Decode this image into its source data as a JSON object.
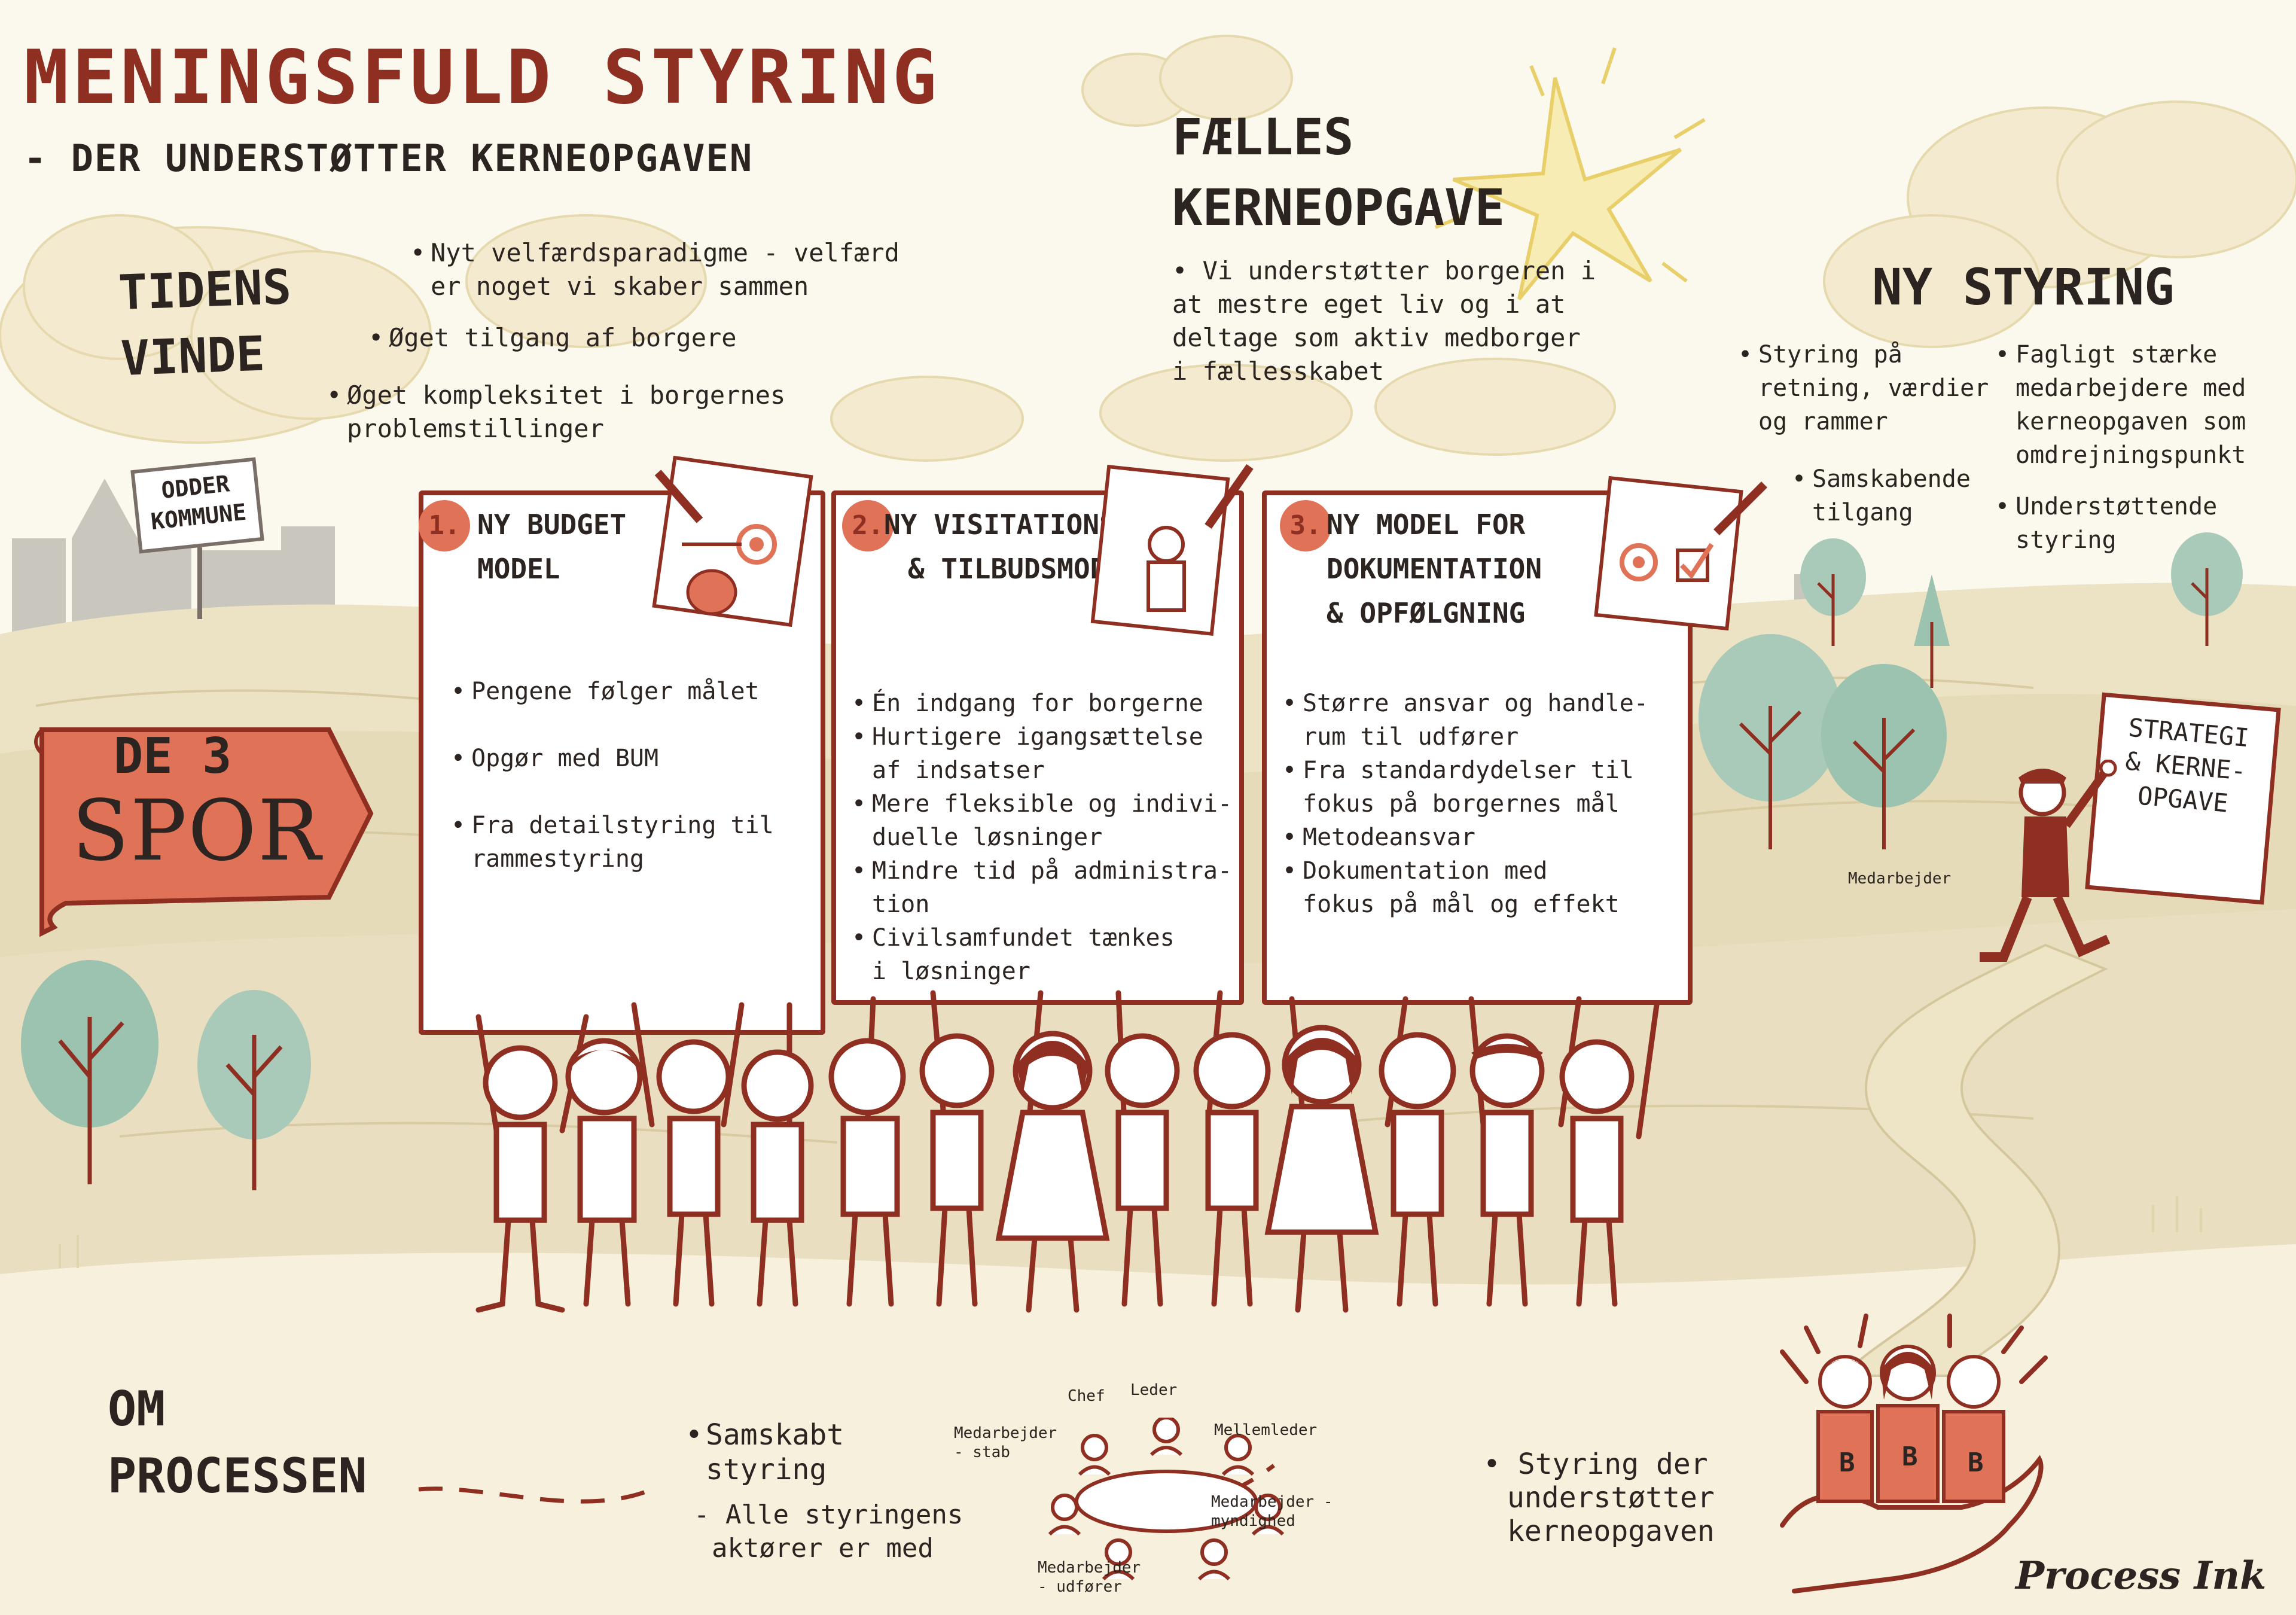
{
  "header": {
    "title": "MENINGSFULD STYRING",
    "subtitle": "- DER UNDERSTØTTER KERNEOPGAVEN"
  },
  "tidens_vinde": {
    "heading_line1": "TIDENS",
    "heading_line2": "VINDE",
    "bullet1_line1": "Nyt velfærdsparadigme - velfærd",
    "bullet1_line2": "er noget vi skaber sammen",
    "bullet2": "Øget tilgang af borgere",
    "bullet3_line1": "Øget kompleksitet i borgernes",
    "bullet3_line2": "problemstillinger"
  },
  "sign": {
    "line1": "ODDER",
    "line2": "KOMMUNE"
  },
  "faelles": {
    "heading_line1": "FÆLLES",
    "heading_line2": "KERNEOPGAVE",
    "text_line1": "• Vi understøtter borgeren i",
    "text_line2": "at mestre eget liv og i at",
    "text_line3": "deltage som aktiv medborger",
    "text_line4": "i fællesskabet"
  },
  "ny_styring": {
    "heading": "NY STYRING",
    "left": [
      {
        "line1": "Styring på",
        "line2": "retning, værdier",
        "line3": "og rammer"
      },
      {
        "line1": "Samskabende",
        "line2": "tilgang"
      }
    ],
    "right": [
      {
        "line1": "Fagligt stærke",
        "line2": "medarbejdere med",
        "line3": "kerneopgaven som",
        "line4": "omdrejningspunkt"
      },
      {
        "line1": "Understøttende",
        "line2": "styring"
      }
    ],
    "board_line1": "STRATEGI",
    "board_line2": "& KERNE-",
    "board_line3": "OPGAVE",
    "walker_label": "Medarbejder"
  },
  "banner": {
    "line1": "DE 3",
    "line2": "SPOR"
  },
  "cards": [
    {
      "number": "1.",
      "title_line1": "NY BUDGET",
      "title_line2": "MODEL",
      "icon": "money-bag-icon",
      "bullets": [
        {
          "line1": "Pengene følger målet"
        },
        {
          "line1": "Opgør med BUM"
        },
        {
          "line1": "Fra detailstyring til",
          "line2": "rammestyring"
        }
      ]
    },
    {
      "number": "2.",
      "title_line1": "NY VISITATIONS-",
      "title_line2": "& TILBUDSMODEL",
      "icon": "citizen-icon",
      "bullets": [
        {
          "line1": "Én indgang for borgerne"
        },
        {
          "line1": "Hurtigere igangsættelse",
          "line2": "af indsatser"
        },
        {
          "line1": "Mere fleksible og indivi-",
          "line2": "duelle løsninger"
        },
        {
          "line1": "Mindre tid på administra-",
          "line2": "tion"
        },
        {
          "line1": "Civilsamfundet tænkes",
          "line2": "i løsninger"
        }
      ]
    },
    {
      "number": "3.",
      "title_line1": "NY MODEL FOR",
      "title_line2": "DOKUMENTATION",
      "title_line3": "& OPFØLGNING",
      "icon": "checkbox-icon",
      "bullets": [
        {
          "line1": "Større ansvar og handle-",
          "line2": "rum til udfører"
        },
        {
          "line1": "Fra standardydelser til",
          "line2": "fokus på borgernes mål"
        },
        {
          "line1": "Metodeansvar"
        },
        {
          "line1": "Dokumentation med",
          "line2": "fokus på mål og effekt"
        }
      ]
    }
  ],
  "om_processen": {
    "heading_line1": "OM",
    "heading_line2": "PROCESSEN",
    "bullet1_line1": "Samskabt",
    "bullet1_line2": "styring",
    "bullet2_line1": "Alle styringens",
    "bullet2_line2": "aktører er med",
    "roles": {
      "chef": "Chef",
      "leder": "Leder",
      "mellemleder": "Mellemleder",
      "stab_line1": "Medarbejder",
      "stab_line2": "- stab",
      "myndighed_line1": "Medarbejder -",
      "myndighed_line2": "myndighed",
      "udforer_line1": "Medarbejder",
      "udforer_line2": "- udfører"
    },
    "result_line1": "• Styring der",
    "result_line2": "understøtter",
    "result_line3": "kerneopgaven"
  },
  "hand_group": {
    "shirt1": "B",
    "shirt2": "B",
    "shirt3": "B"
  },
  "signature": "Process Ink",
  "colors": {
    "accent": "#8f2f22",
    "coral": "#e07258",
    "sage": "#9cc2b0",
    "sand": "#e9dfbf",
    "cream": "#fbf9ee",
    "cloud": "#f2e8c6"
  }
}
